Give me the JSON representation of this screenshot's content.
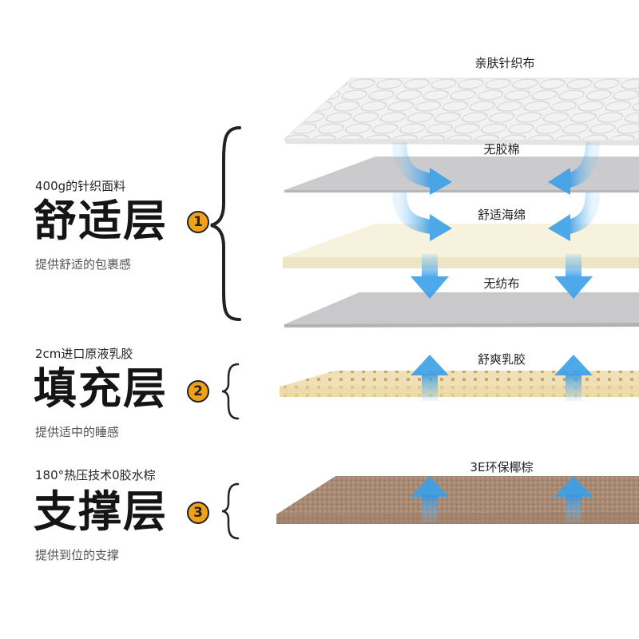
{
  "sections": [
    {
      "spec": "400g的针织面料",
      "title": "舒适层",
      "number": "1",
      "desc": "提供舒适的包裹感"
    },
    {
      "spec": "2cm进口原液乳胶",
      "title": "填充层",
      "number": "2",
      "desc": "提供适中的睡感"
    },
    {
      "spec": "180°热压技术0胶水棕",
      "title": "支撑层",
      "number": "3",
      "desc": "提供到位的支撑"
    }
  ],
  "layers": [
    "亲肤针织布",
    "无胶棉",
    "舒适海绵",
    "无纺布",
    "舒爽乳胶",
    "3E环保椰棕"
  ],
  "colors": {
    "badge": "#f0a11a",
    "arrow": "#3aa0e8",
    "fabric": "#eeeeef",
    "gray_layer": "#c9c9cb",
    "sponge": "#f5f1dc",
    "latex": "#eedfb4",
    "coir": "#a88a74"
  }
}
